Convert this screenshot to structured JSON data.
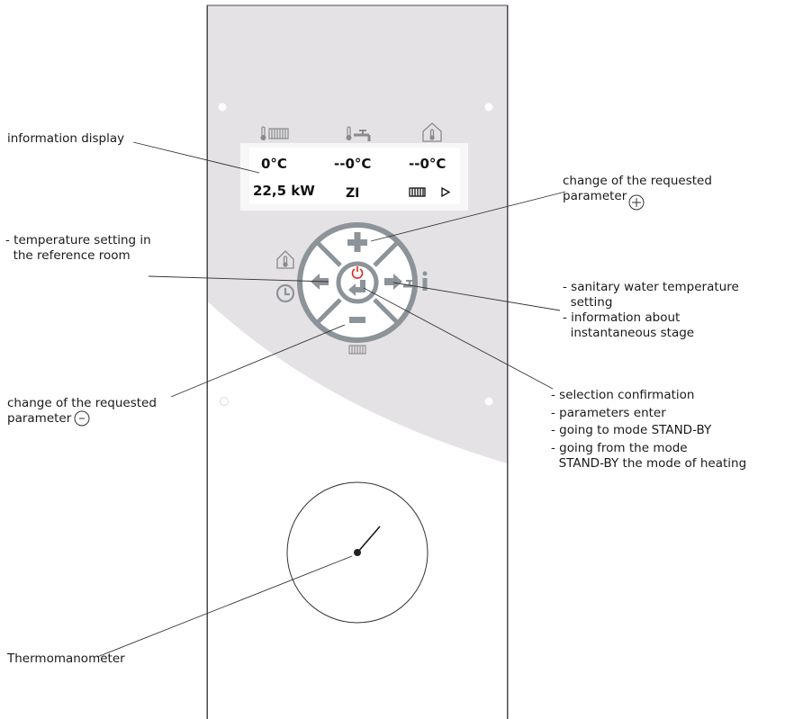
{
  "display": {
    "row1": {
      "heating_temp": "0°C",
      "dhw_temp": "--0°C",
      "room_temp": "--0°C"
    },
    "row2": {
      "power": "22,5 kW",
      "mode": "ZI"
    }
  },
  "annotations": {
    "information_display": "information display",
    "change_plus": [
      "change of the requested",
      "parameter"
    ],
    "temperature_setting": [
      "- temperature setting in",
      "  the reference room"
    ],
    "sanitary_water": [
      "- sanitary water temperature",
      "  setting",
      "- information about",
      "  instantaneous stage"
    ],
    "change_minus": [
      "change of the requested",
      "parameter"
    ],
    "enter_button": [
      "- selection confirmation",
      "- parameters enter",
      "- going to mode STAND-BY",
      "- going from the mode",
      "  STAND-BY the mode of heating"
    ],
    "thermomanometer": "Thermomanometer"
  },
  "icons": {
    "radiator": "radiator-icon",
    "tap": "tap-thermometer-icon",
    "house": "house-thermometer-icon",
    "clock": "clock-icon",
    "info": "info-icon",
    "power": "power-icon",
    "plus": "plus-icon",
    "minus": "minus-icon",
    "left": "arrow-left-icon",
    "right": "arrow-right-icon",
    "enter": "enter-arrow-icon"
  },
  "colors": {
    "panel": "#e4e2e5",
    "button_ring": "#8c9399",
    "power_red": "#e2231a",
    "display_bg": "#ffffff"
  }
}
